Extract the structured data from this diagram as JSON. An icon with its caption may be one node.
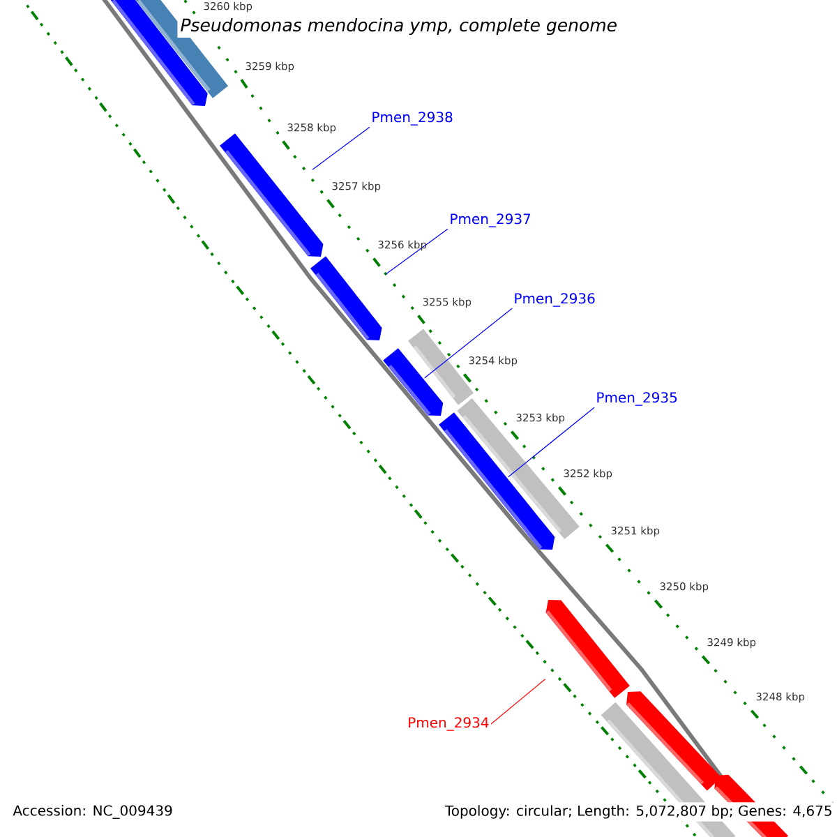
{
  "diagram": {
    "title": "Pseudomonas mendocina ymp, complete genome",
    "nodes": [
      {
        "text": [
          "Pmen_2938"
        ]
      },
      {
        "text": [
          "Pmen_2937"
        ]
      },
      {
        "text": [
          "Pmen_2936"
        ]
      },
      {
        "text": [
          "Pmen_2935"
        ]
      },
      {
        "text": [
          "Pmen_2934"
        ]
      },
      {
        "text": [],
        "shape": "bar"
      },
      {
        "text": [],
        "shape": "pentagon"
      },
      {
        "text": [],
        "shape": "pentagon"
      },
      {
        "text": [],
        "shape": "pentagon"
      },
      {
        "text": [],
        "shape": "pentagon"
      },
      {
        "text": [],
        "shape": "bar"
      },
      {
        "text": [],
        "shape": "bar"
      },
      {
        "text": [],
        "shape": "pentagon"
      },
      {
        "text": [],
        "shape": "pentagon"
      },
      {
        "text": [],
        "shape": "pentagon"
      },
      {
        "text": [],
        "shape": "bar"
      },
      {
        "text": [],
        "shape": "pentagon"
      }
    ],
    "edges": [
      {
        "from": 0,
        "to": 7,
        "arrow": "none"
      },
      {
        "from": 1,
        "to": 8,
        "arrow": "none"
      },
      {
        "from": 2,
        "to": 9,
        "arrow": "none"
      },
      {
        "from": 3,
        "to": 12,
        "arrow": "none"
      },
      {
        "from": 4,
        "to": 13,
        "arrow": "none",
        "color": "#ff0000"
      }
    ],
    "labels": [
      "3260 kbp",
      "3259 kbp",
      "3258 kbp",
      "3257 kbp",
      "3256 kbp",
      "3255 kbp",
      "3254 kbp",
      "3253 kbp",
      "3252 kbp",
      "3251 kbp",
      "3250 kbp",
      "3249 kbp",
      "3248 kbp",
      "Accession: NC_009439",
      "Topology: circular; Length: 5,072,807 bp; Genes: 4,675"
    ]
  }
}
